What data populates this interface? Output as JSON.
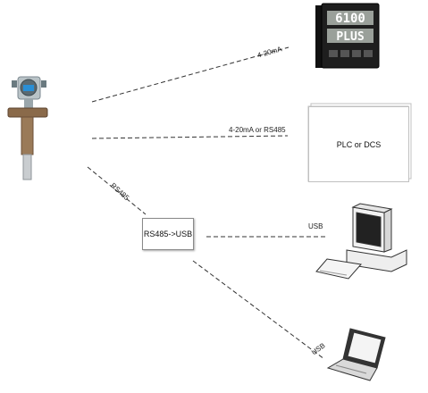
{
  "links": {
    "controller": "4-20mA",
    "plc": "4-20mA or RS485",
    "rs485": "RS485",
    "desktop": "USB",
    "laptop": "USB"
  },
  "nodes": {
    "converter": "RS485->USB",
    "plc": "PLC or DCS",
    "controller_display": "6100",
    "controller_display_bottom": "PLUS",
    "sensor": "dissolved-oxygen transmitter",
    "desktop": "desktop computer",
    "laptop": "laptop computer"
  },
  "colors": {
    "line": "#333333",
    "controller_body": "#1e1e1e",
    "display": "#9aa09a",
    "display_text": "#ffffff",
    "transmitter_head": "#b9c3c7",
    "transmitter_flange": "#8a6a4a"
  }
}
